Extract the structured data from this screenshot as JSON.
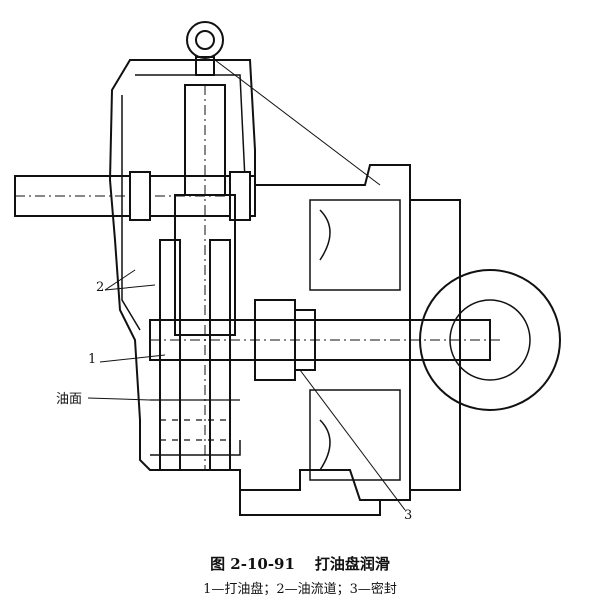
{
  "figure": {
    "number": "图 2-10-91",
    "title": "打油盘润滑",
    "legend": "1—打油盘；2—油流道；3—密封"
  },
  "labels": {
    "oil_pan": "1",
    "oil_channel": "2",
    "seal": "3",
    "oil_level": "油面"
  }
}
